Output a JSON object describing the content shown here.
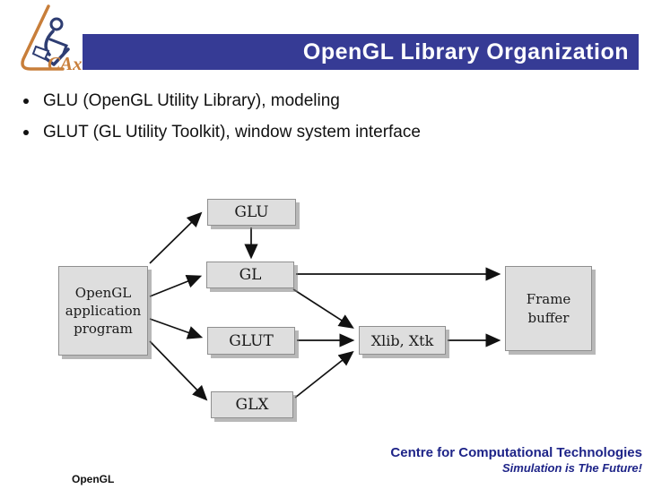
{
  "slide": {
    "title": "OpenGL Library Organization",
    "bullets": [
      "GLU (OpenGL Utility Library), modeling",
      "GLUT (GL Utility Toolkit), window system interface"
    ],
    "logo": {
      "text": "CAx"
    },
    "footer": {
      "left_label": "OpenGL",
      "org": "Centre for Computational Technologies",
      "tagline": "Simulation is The Future!"
    }
  },
  "diagram": {
    "boxes": {
      "app": "OpenGL\napplication\nprogram",
      "glu": "GLU",
      "gl": "GL",
      "glut": "GLUT",
      "glx": "GLX",
      "xlib": "Xlib, Xtk",
      "framebuffer": "Frame\nbuffer"
    },
    "edges": [
      {
        "from": "app",
        "to": "glu"
      },
      {
        "from": "app",
        "to": "gl"
      },
      {
        "from": "app",
        "to": "glut"
      },
      {
        "from": "app",
        "to": "glx"
      },
      {
        "from": "glu",
        "to": "gl"
      },
      {
        "from": "gl",
        "to": "framebuffer"
      },
      {
        "from": "gl",
        "to": "xlib"
      },
      {
        "from": "glut",
        "to": "xlib"
      },
      {
        "from": "glx",
        "to": "xlib"
      },
      {
        "from": "xlib",
        "to": "framebuffer"
      }
    ]
  },
  "colors": {
    "title_bar_blue": "#363B95",
    "footer_navy": "#1E2488",
    "logo_orange": "#C87E3A",
    "logo_navy": "#2E3D72",
    "box_fill": "#DEDEDE",
    "box_border": "#8F8F8F",
    "arrow_black": "#111111"
  }
}
